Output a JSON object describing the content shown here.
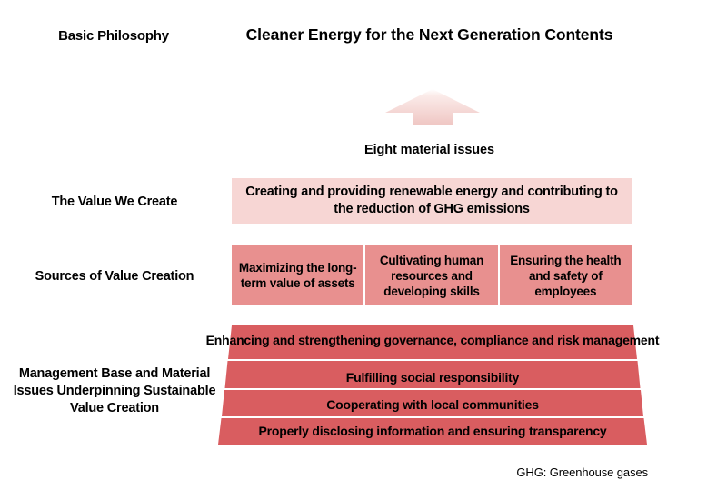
{
  "header": {
    "left_label": "Basic Philosophy",
    "title": "Cleaner Energy for the Next Generation Contents"
  },
  "arrow": {
    "icon": "up-arrow-icon",
    "caption": "Eight material issues",
    "gradient_from": "#ffffff",
    "gradient_to": "#efc6c3"
  },
  "rows": {
    "value_we_create": {
      "label": "The Value We Create",
      "band_text": "Creating and providing renewable energy and contributing to the reduction of GHG emissions",
      "color": "#f7d6d4"
    },
    "sources_of_value_creation": {
      "label": "Sources of Value Creation",
      "color": "#e8908f",
      "boxes": [
        "Maximizing the long-term value of assets",
        "Cultivating human resources and developing skills",
        "Ensuring the health and safety of employees"
      ]
    },
    "management_base": {
      "label": "Management Base and Material Issues Underpinning Sustainable Value Creation",
      "color": "#d95d60",
      "tiers": [
        "Enhancing and strengthening governance, compliance and risk management",
        "Fulfilling social responsibility",
        "Cooperating with local communities",
        "Properly disclosing information and ensuring transparency"
      ]
    }
  },
  "footnote": "GHG: Greenhouse gases"
}
